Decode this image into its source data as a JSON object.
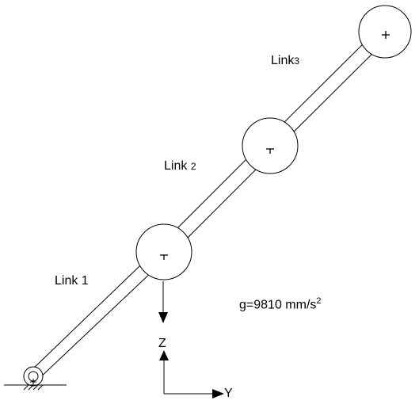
{
  "labels": {
    "link1_text": "Link 1",
    "link2_text": "Link",
    "link2_num": "2",
    "link3_text": "Link",
    "link3_num": "3",
    "gravity_text": "g=9810 mm/s",
    "gravity_exp": "2",
    "z_axis": "Z",
    "y_axis": "Y"
  },
  "colors": {
    "stroke": "#000000",
    "background": "#ffffff"
  },
  "icons": {
    "joint_center": "plus-icon",
    "ground_support": "hatched-ground-icon"
  }
}
